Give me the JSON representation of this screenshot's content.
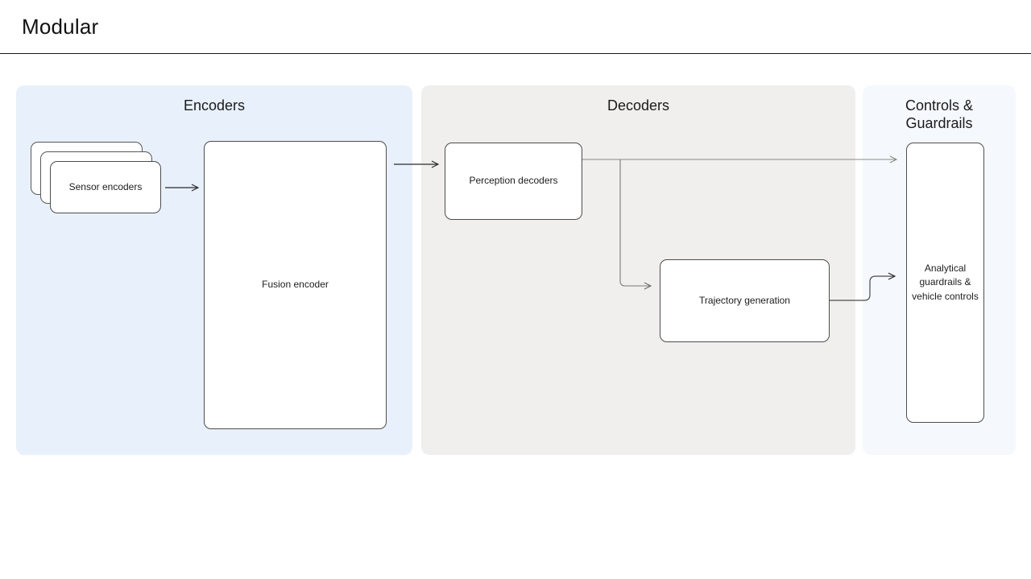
{
  "header": {
    "title": "Modular"
  },
  "panels": {
    "encoders": {
      "title": "Encoders",
      "bg": "#e8f1fb"
    },
    "decoders": {
      "title": "Decoders",
      "bg": "#f0efee"
    },
    "controls": {
      "title_line1": "Controls &",
      "title_line2": "Guardrails",
      "bg": "#f5f9fd"
    }
  },
  "nodes": {
    "sensor_encoders": {
      "label": "Sensor encoders",
      "style": "stacked-cards"
    },
    "fusion_encoder": {
      "label": "Fusion encoder"
    },
    "perception_decoders": {
      "label": "Perception decoders"
    },
    "trajectory_generation": {
      "label": "Trajectory generation"
    },
    "analytical_guardrails": {
      "label": "Analytical guardrails & vehicle controls"
    }
  },
  "edges": [
    {
      "from": "sensor-encoders",
      "to": "fusion-encoder"
    },
    {
      "from": "fusion-encoder",
      "to": "perception-decoders"
    },
    {
      "from": "perception-decoders",
      "to": "analytical-guardrails-vehicle-controls"
    },
    {
      "from": "perception-decoders",
      "to": "trajectory-generation"
    },
    {
      "from": "trajectory-generation",
      "to": "analytical-guardrails-vehicle-controls"
    }
  ],
  "colors": {
    "encoders_panel_bg": "#e8f1fb",
    "decoders_panel_bg": "#f0efee",
    "controls_panel_bg": "#f5f9fd",
    "node_border": "#4d4d4d",
    "arrow_dark": "#2a2a2a",
    "arrow_gray": "#8a8a8a",
    "header_rule": "#1a1a1a"
  }
}
